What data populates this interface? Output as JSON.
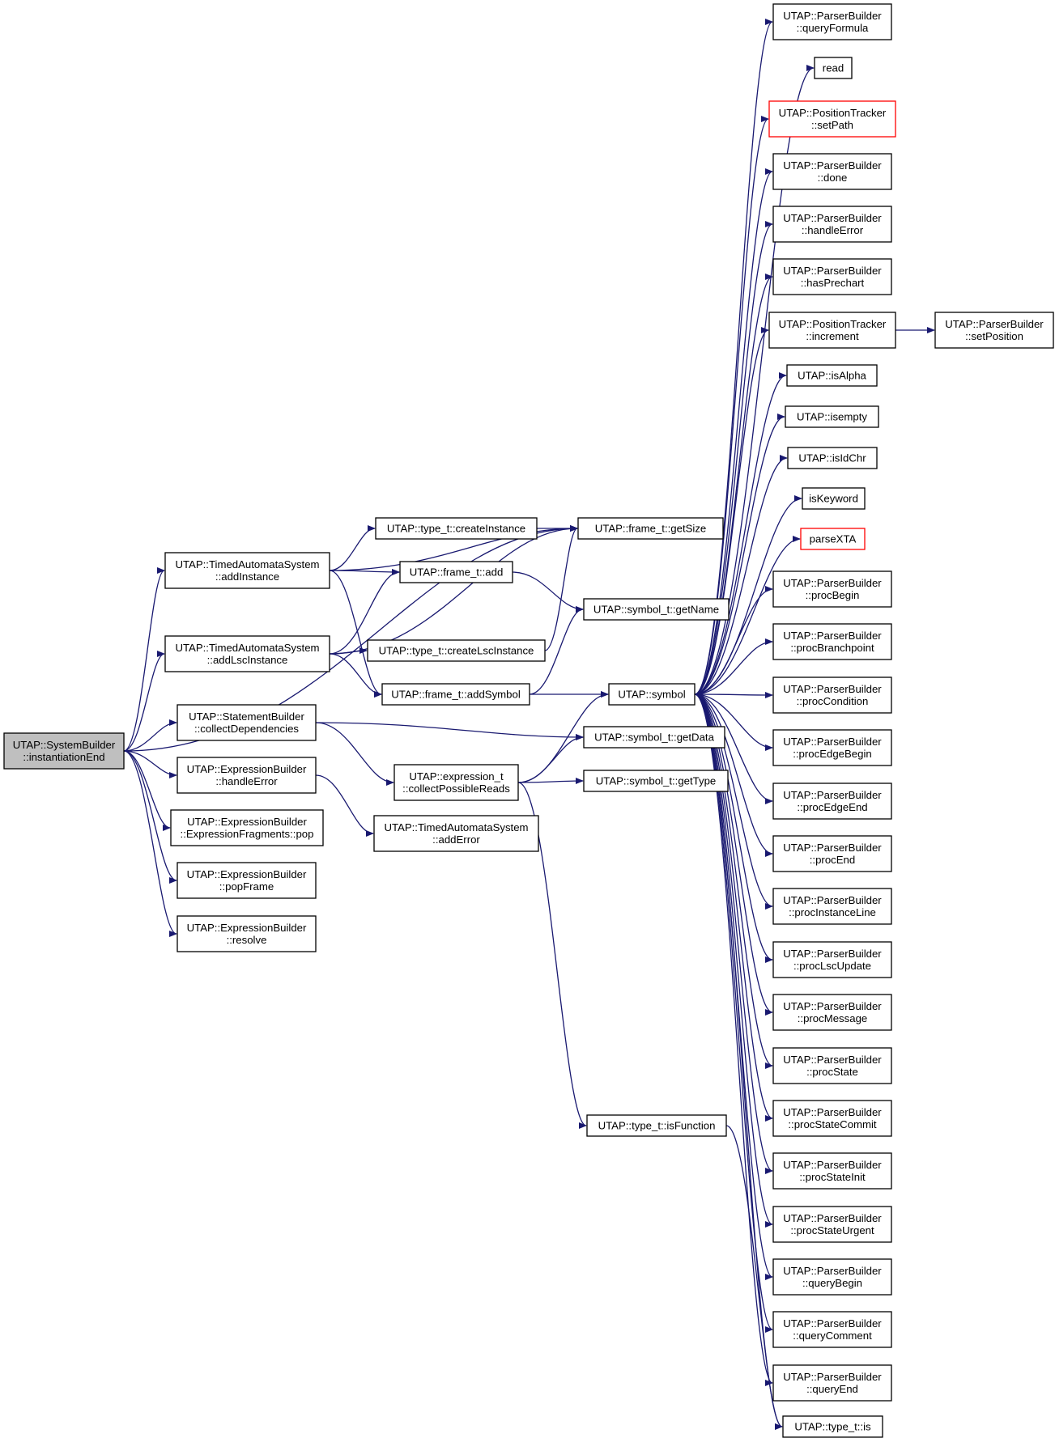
{
  "colors": {
    "edge": "#191970",
    "node_border": "#000000",
    "incomplete_border": "#ff0000",
    "focus_fill": "#bfbfbf",
    "node_fill": "#ffffff"
  },
  "nodes": [
    {
      "id": "instantiationEnd",
      "lines": [
        "UTAP::SystemBuilder",
        "::instantiationEnd"
      ],
      "focus": true
    },
    {
      "id": "addInstance",
      "lines": [
        "UTAP::TimedAutomataSystem",
        "::addInstance"
      ]
    },
    {
      "id": "addLscInstance",
      "lines": [
        "UTAP::TimedAutomataSystem",
        "::addLscInstance"
      ]
    },
    {
      "id": "collectDependencies",
      "lines": [
        "UTAP::StatementBuilder",
        "::collectDependencies"
      ]
    },
    {
      "id": "ebHandleError",
      "lines": [
        "UTAP::ExpressionBuilder",
        "::handleError"
      ]
    },
    {
      "id": "fragmentsPop",
      "lines": [
        "UTAP::ExpressionBuilder",
        "::ExpressionFragments::pop"
      ]
    },
    {
      "id": "popFrame",
      "lines": [
        "UTAP::ExpressionBuilder",
        "::popFrame"
      ]
    },
    {
      "id": "resolve",
      "lines": [
        "UTAP::ExpressionBuilder",
        "::resolve"
      ]
    },
    {
      "id": "createInstance",
      "lines": [
        "UTAP::type_t::createInstance"
      ]
    },
    {
      "id": "frameAdd",
      "lines": [
        "UTAP::frame_t::add"
      ]
    },
    {
      "id": "createLscInstance",
      "lines": [
        "UTAP::type_t::createLscInstance"
      ]
    },
    {
      "id": "addSymbol",
      "lines": [
        "UTAP::frame_t::addSymbol"
      ]
    },
    {
      "id": "collectPossibleReads",
      "lines": [
        "UTAP::expression_t",
        "::collectPossibleReads"
      ]
    },
    {
      "id": "addError",
      "lines": [
        "UTAP::TimedAutomataSystem",
        "::addError"
      ]
    },
    {
      "id": "getSize",
      "lines": [
        "UTAP::frame_t::getSize"
      ]
    },
    {
      "id": "getName",
      "lines": [
        "UTAP::symbol_t::getName"
      ]
    },
    {
      "id": "symbol",
      "lines": [
        "UTAP::symbol"
      ]
    },
    {
      "id": "getData",
      "lines": [
        "UTAP::symbol_t::getData"
      ]
    },
    {
      "id": "getType",
      "lines": [
        "UTAP::symbol_t::getType"
      ]
    },
    {
      "id": "isFunction",
      "lines": [
        "UTAP::type_t::isFunction"
      ]
    },
    {
      "id": "queryFormula",
      "lines": [
        "UTAP::ParserBuilder",
        "::queryFormula"
      ]
    },
    {
      "id": "read",
      "lines": [
        "read"
      ]
    },
    {
      "id": "setPath",
      "lines": [
        "UTAP::PositionTracker",
        "::setPath"
      ],
      "incomplete": true
    },
    {
      "id": "done",
      "lines": [
        "UTAP::ParserBuilder",
        "::done"
      ]
    },
    {
      "id": "pbHandleError",
      "lines": [
        "UTAP::ParserBuilder",
        "::handleError"
      ]
    },
    {
      "id": "hasPrechart",
      "lines": [
        "UTAP::ParserBuilder",
        "::hasPrechart"
      ]
    },
    {
      "id": "increment",
      "lines": [
        "UTAP::PositionTracker",
        "::increment"
      ]
    },
    {
      "id": "setPosition",
      "lines": [
        "UTAP::ParserBuilder",
        "::setPosition"
      ]
    },
    {
      "id": "isAlpha",
      "lines": [
        "UTAP::isAlpha"
      ]
    },
    {
      "id": "isempty",
      "lines": [
        "UTAP::isempty"
      ]
    },
    {
      "id": "isIdChr",
      "lines": [
        "UTAP::isIdChr"
      ]
    },
    {
      "id": "isKeyword",
      "lines": [
        "isKeyword"
      ]
    },
    {
      "id": "parseXTA",
      "lines": [
        "parseXTA"
      ],
      "incomplete": true
    },
    {
      "id": "procBegin",
      "lines": [
        "UTAP::ParserBuilder",
        "::procBegin"
      ]
    },
    {
      "id": "procBranchpoint",
      "lines": [
        "UTAP::ParserBuilder",
        "::procBranchpoint"
      ]
    },
    {
      "id": "procCondition",
      "lines": [
        "UTAP::ParserBuilder",
        "::procCondition"
      ]
    },
    {
      "id": "procEdgeBegin",
      "lines": [
        "UTAP::ParserBuilder",
        "::procEdgeBegin"
      ]
    },
    {
      "id": "procEdgeEnd",
      "lines": [
        "UTAP::ParserBuilder",
        "::procEdgeEnd"
      ]
    },
    {
      "id": "procEnd",
      "lines": [
        "UTAP::ParserBuilder",
        "::procEnd"
      ]
    },
    {
      "id": "procInstanceLine",
      "lines": [
        "UTAP::ParserBuilder",
        "::procInstanceLine"
      ]
    },
    {
      "id": "procLscUpdate",
      "lines": [
        "UTAP::ParserBuilder",
        "::procLscUpdate"
      ]
    },
    {
      "id": "procMessage",
      "lines": [
        "UTAP::ParserBuilder",
        "::procMessage"
      ]
    },
    {
      "id": "procState",
      "lines": [
        "UTAP::ParserBuilder",
        "::procState"
      ]
    },
    {
      "id": "procStateCommit",
      "lines": [
        "UTAP::ParserBuilder",
        "::procStateCommit"
      ]
    },
    {
      "id": "procStateInit",
      "lines": [
        "UTAP::ParserBuilder",
        "::procStateInit"
      ]
    },
    {
      "id": "procStateUrgent",
      "lines": [
        "UTAP::ParserBuilder",
        "::procStateUrgent"
      ]
    },
    {
      "id": "queryBegin",
      "lines": [
        "UTAP::ParserBuilder",
        "::queryBegin"
      ]
    },
    {
      "id": "queryComment",
      "lines": [
        "UTAP::ParserBuilder",
        "::queryComment"
      ]
    },
    {
      "id": "queryEnd",
      "lines": [
        "UTAP::ParserBuilder",
        "::queryEnd"
      ]
    },
    {
      "id": "typeIs",
      "lines": [
        "UTAP::type_t::is"
      ]
    }
  ],
  "edges": [
    [
      "instantiationEnd",
      "addInstance"
    ],
    [
      "instantiationEnd",
      "addLscInstance"
    ],
    [
      "instantiationEnd",
      "collectDependencies"
    ],
    [
      "instantiationEnd",
      "ebHandleError"
    ],
    [
      "instantiationEnd",
      "fragmentsPop"
    ],
    [
      "instantiationEnd",
      "popFrame"
    ],
    [
      "instantiationEnd",
      "resolve"
    ],
    [
      "instantiationEnd",
      "getSize"
    ],
    [
      "addInstance",
      "getSize"
    ],
    [
      "addInstance",
      "createInstance"
    ],
    [
      "addInstance",
      "frameAdd"
    ],
    [
      "addInstance",
      "addSymbol"
    ],
    [
      "addLscInstance",
      "frameAdd"
    ],
    [
      "addLscInstance",
      "getSize"
    ],
    [
      "addLscInstance",
      "createLscInstance"
    ],
    [
      "addLscInstance",
      "addSymbol"
    ],
    [
      "createInstance",
      "getSize"
    ],
    [
      "frameAdd",
      "getName"
    ],
    [
      "createLscInstance",
      "getSize"
    ],
    [
      "addSymbol",
      "getName"
    ],
    [
      "addSymbol",
      "symbol"
    ],
    [
      "collectDependencies",
      "getData"
    ],
    [
      "collectDependencies",
      "collectPossibleReads"
    ],
    [
      "ebHandleError",
      "addError"
    ],
    [
      "collectPossibleReads",
      "symbol"
    ],
    [
      "collectPossibleReads",
      "getData"
    ],
    [
      "collectPossibleReads",
      "getType"
    ],
    [
      "collectPossibleReads",
      "isFunction"
    ],
    [
      "isFunction",
      "typeIs"
    ],
    [
      "increment",
      "setPosition"
    ],
    [
      "symbol",
      "queryFormula"
    ],
    [
      "symbol",
      "read"
    ],
    [
      "symbol",
      "setPath"
    ],
    [
      "symbol",
      "done"
    ],
    [
      "symbol",
      "pbHandleError"
    ],
    [
      "symbol",
      "hasPrechart"
    ],
    [
      "symbol",
      "increment"
    ],
    [
      "symbol",
      "isAlpha"
    ],
    [
      "symbol",
      "isempty"
    ],
    [
      "symbol",
      "isIdChr"
    ],
    [
      "symbol",
      "isKeyword"
    ],
    [
      "symbol",
      "parseXTA"
    ],
    [
      "symbol",
      "procBegin"
    ],
    [
      "symbol",
      "procBranchpoint"
    ],
    [
      "symbol",
      "procCondition"
    ],
    [
      "symbol",
      "procEdgeBegin"
    ],
    [
      "symbol",
      "procEdgeEnd"
    ],
    [
      "symbol",
      "procEnd"
    ],
    [
      "symbol",
      "procInstanceLine"
    ],
    [
      "symbol",
      "procLscUpdate"
    ],
    [
      "symbol",
      "procMessage"
    ],
    [
      "symbol",
      "procState"
    ],
    [
      "symbol",
      "procStateCommit"
    ],
    [
      "symbol",
      "procStateInit"
    ],
    [
      "symbol",
      "procStateUrgent"
    ],
    [
      "symbol",
      "queryBegin"
    ],
    [
      "symbol",
      "queryComment"
    ],
    [
      "symbol",
      "queryEnd"
    ],
    [
      "symbol",
      "typeIs"
    ]
  ]
}
